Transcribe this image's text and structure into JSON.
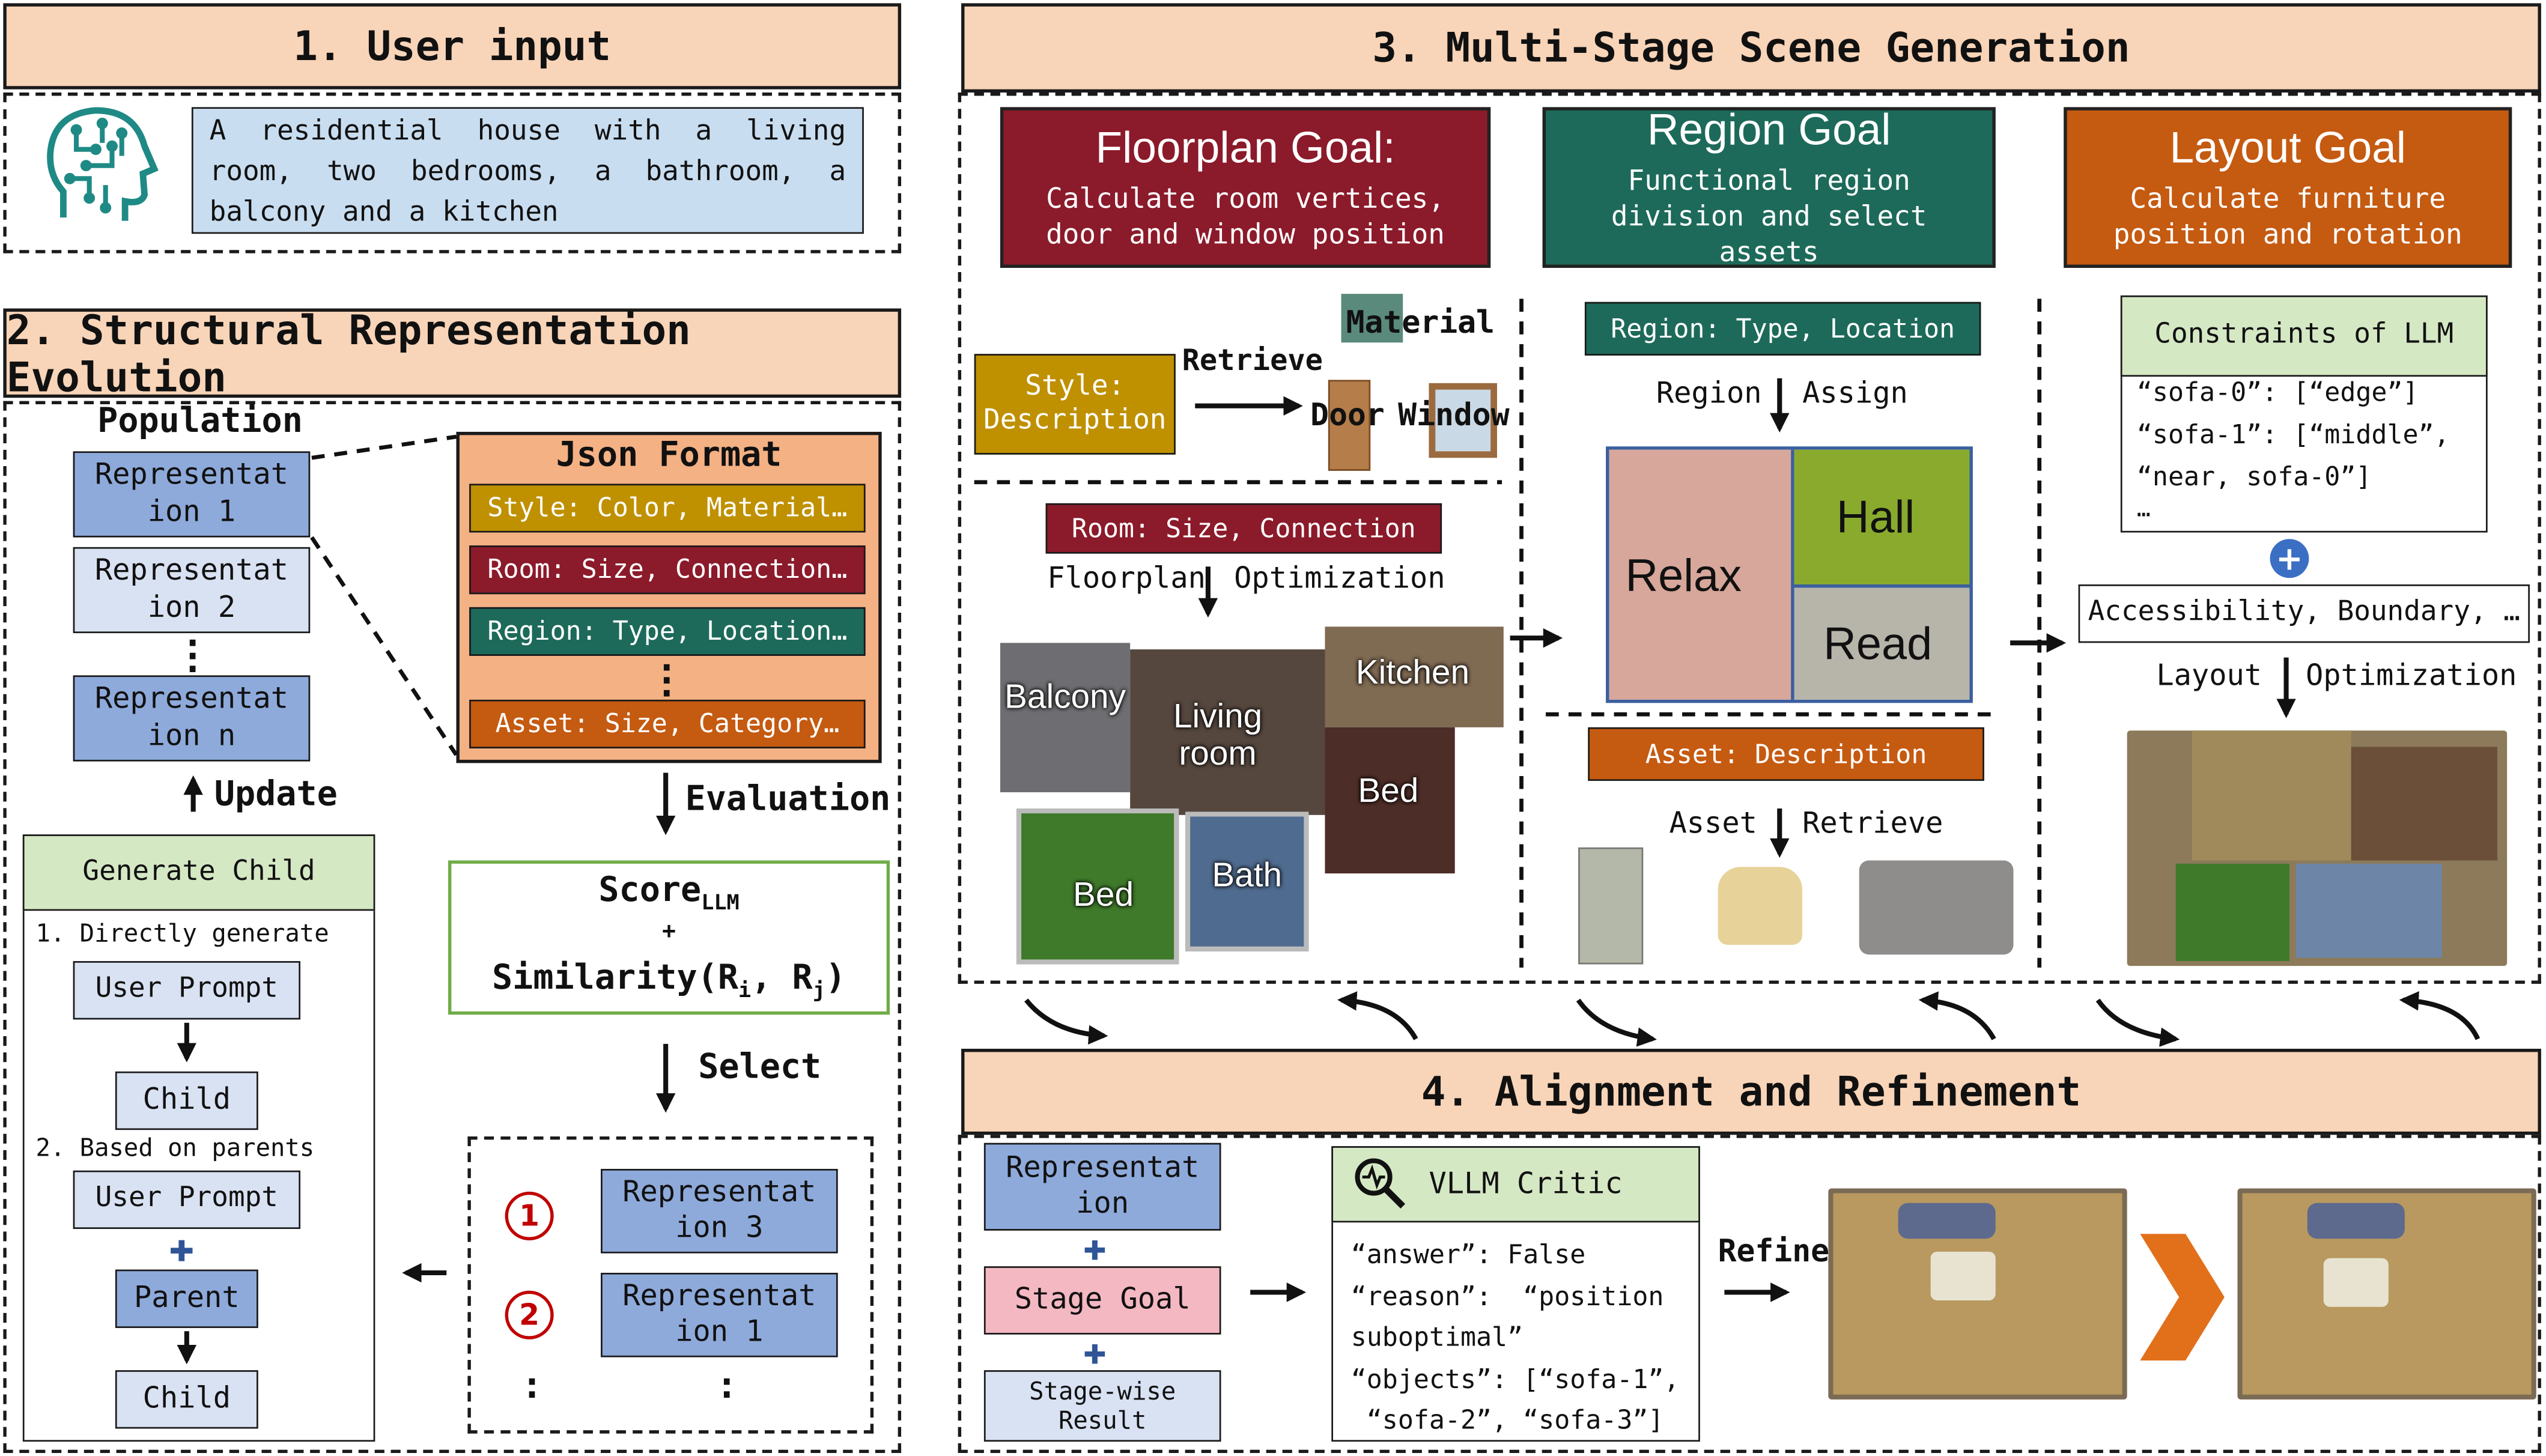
{
  "s1": {
    "title": "1. User input",
    "prompt": "A residential house with a living room, two bedrooms,  a bathroom,  a balcony and a kitchen"
  },
  "s2": {
    "title": "2. Structural Representation Evolution",
    "population": "Population",
    "reps": [
      "Representat ion 1",
      "Representat ion 2",
      "Representat ion n"
    ],
    "update": "Update",
    "json_title": "Json Format",
    "json_fields": [
      "Style: Color, Material…",
      "Room: Size, Connection…",
      "Region: Type, Location…",
      "Asset: Size, Category…"
    ],
    "evaluation": "Evaluation",
    "score": "Score",
    "score_sub": "LLM",
    "plus": "+",
    "similarity": "Similarity(R",
    "sim_i": "i",
    "sim_mid": ", R",
    "sim_j": "j",
    "sim_end": ")",
    "select": "Select",
    "selected": [
      {
        "num": "1",
        "label": "Representat ion 3"
      },
      {
        "num": "2",
        "label": "Representat ion 1"
      }
    ],
    "gen_title": "Generate Child",
    "gen_1": "1. Directly generate",
    "gen_2": "2. Based on parents",
    "user_prompt": "User Prompt",
    "child": "Child",
    "parent": "Parent"
  },
  "s3": {
    "title": "3. Multi-Stage Scene Generation",
    "goals": [
      {
        "title": "Floorplan Goal:",
        "desc": "Calculate room vertices, door and window position",
        "color": "#8b1a2a"
      },
      {
        "title": "Region Goal",
        "desc": "Functional region division and select assets",
        "color": "#1d6a5a"
      },
      {
        "title": "Layout Goal",
        "desc": "Calculate furniture position and rotation",
        "color": "#c55a11"
      }
    ],
    "style_desc": "Style: Description",
    "retrieve": "Retrieve",
    "material": "Material",
    "door": "Door",
    "window": "Window",
    "room_size": "Room: Size, Connection",
    "floorplan": "Floorplan",
    "optimization": "Optimization",
    "rooms": {
      "balcony": "Balcony",
      "living": "Living room",
      "kitchen": "Kitchen",
      "bed1": "Bed",
      "bed2": "Bed",
      "bath": "Bath"
    },
    "region_type": "Region: Type, Location",
    "region": "Region",
    "assign": "Assign",
    "regions": {
      "relax": "Relax",
      "hall": "Hall",
      "read": "Read"
    },
    "asset_desc": "Asset: Description",
    "asset": "Asset",
    "retrieve2": "Retrieve",
    "constraints_title": "Constraints of LLM",
    "constraints": [
      "“sofa-0”: [“edge”]",
      "“sofa-1”: [“middle”,",
      "“near, sofa-0”]",
      "…"
    ],
    "access": "Accessibility, Boundary, …",
    "layout": "Layout",
    "optimization2": "Optimization"
  },
  "s4": {
    "title": "4. Alignment and Refinement",
    "rep": "Representat ion",
    "stage_goal": "Stage Goal",
    "stage_result": "Stage-wise Result",
    "critic_title": "VLLM Critic",
    "critic_lines": [
      "“answer”: False",
      "“reason”:  “position",
      "suboptimal”",
      "“objects”: [“sofa-1”,",
      " “sofa-2”, “sofa-3”]"
    ],
    "refine": "Refine"
  }
}
